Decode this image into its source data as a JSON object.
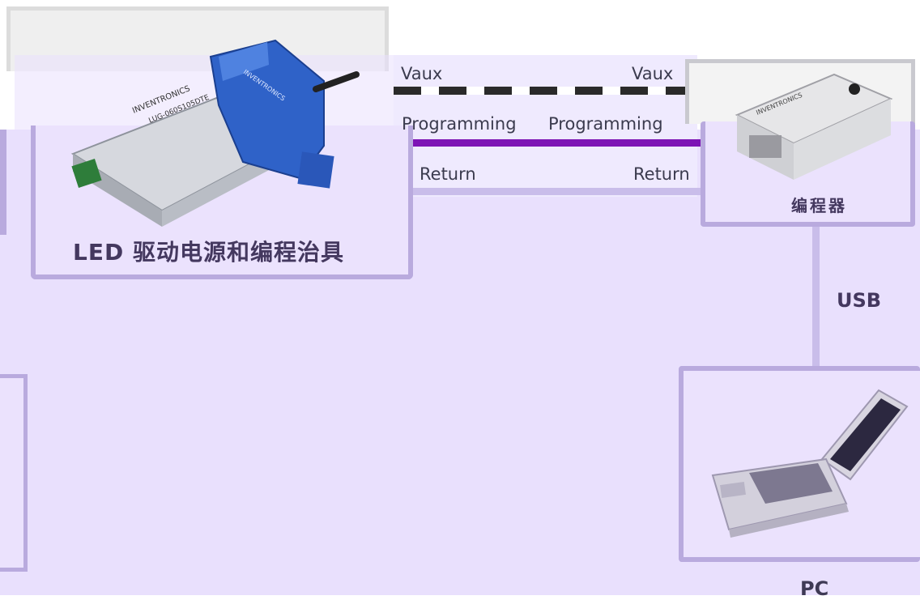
{
  "device_panel": {
    "title": "LED 驱动电源和编程治具"
  },
  "programmer_panel": {
    "title": "编程器"
  },
  "pc_panel": {
    "title": "PC"
  },
  "usb_label": "USB",
  "wires": {
    "vaux_left": "Vaux",
    "vaux_right": "Vaux",
    "programming_left": "Programming",
    "programming_right": "Programming",
    "return_left": "Return",
    "return_right": "Return"
  },
  "device_branding": {
    "driver_brand": "INVENTRONICS",
    "driver_model": "LUG-060S105DTE",
    "jig_brand": "INVENTRONICS",
    "programmer_brand": "INVENTRONICS"
  },
  "colors": {
    "lavender_bg": "#e9e0fd",
    "panel_border": "#b9aade",
    "programming_wire": "#7d14b5",
    "return_wire": "#c9bdea",
    "vaux_wire_dash": "#2a2a2a"
  }
}
